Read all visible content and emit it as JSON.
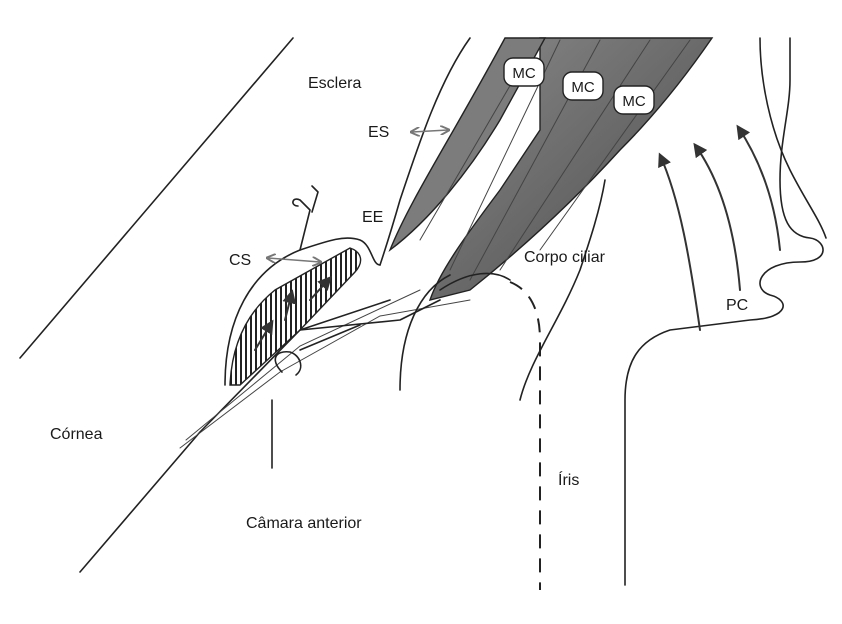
{
  "labels": {
    "esclera": "Esclera",
    "es": "ES",
    "ee": "EE",
    "cs": "CS",
    "corpo_ciliar": "Corpo ciliar",
    "pc": "PC",
    "cornea": "Córnea",
    "camara_anterior": "Câmara anterior",
    "iris": "Íris"
  },
  "muscle_badges": [
    "MC",
    "MC",
    "MC"
  ],
  "colors": {
    "line": "#222222",
    "muscle_fill": "#7a7a7a",
    "muscle_dark": "#4a4a4a",
    "background": "#ffffff"
  }
}
